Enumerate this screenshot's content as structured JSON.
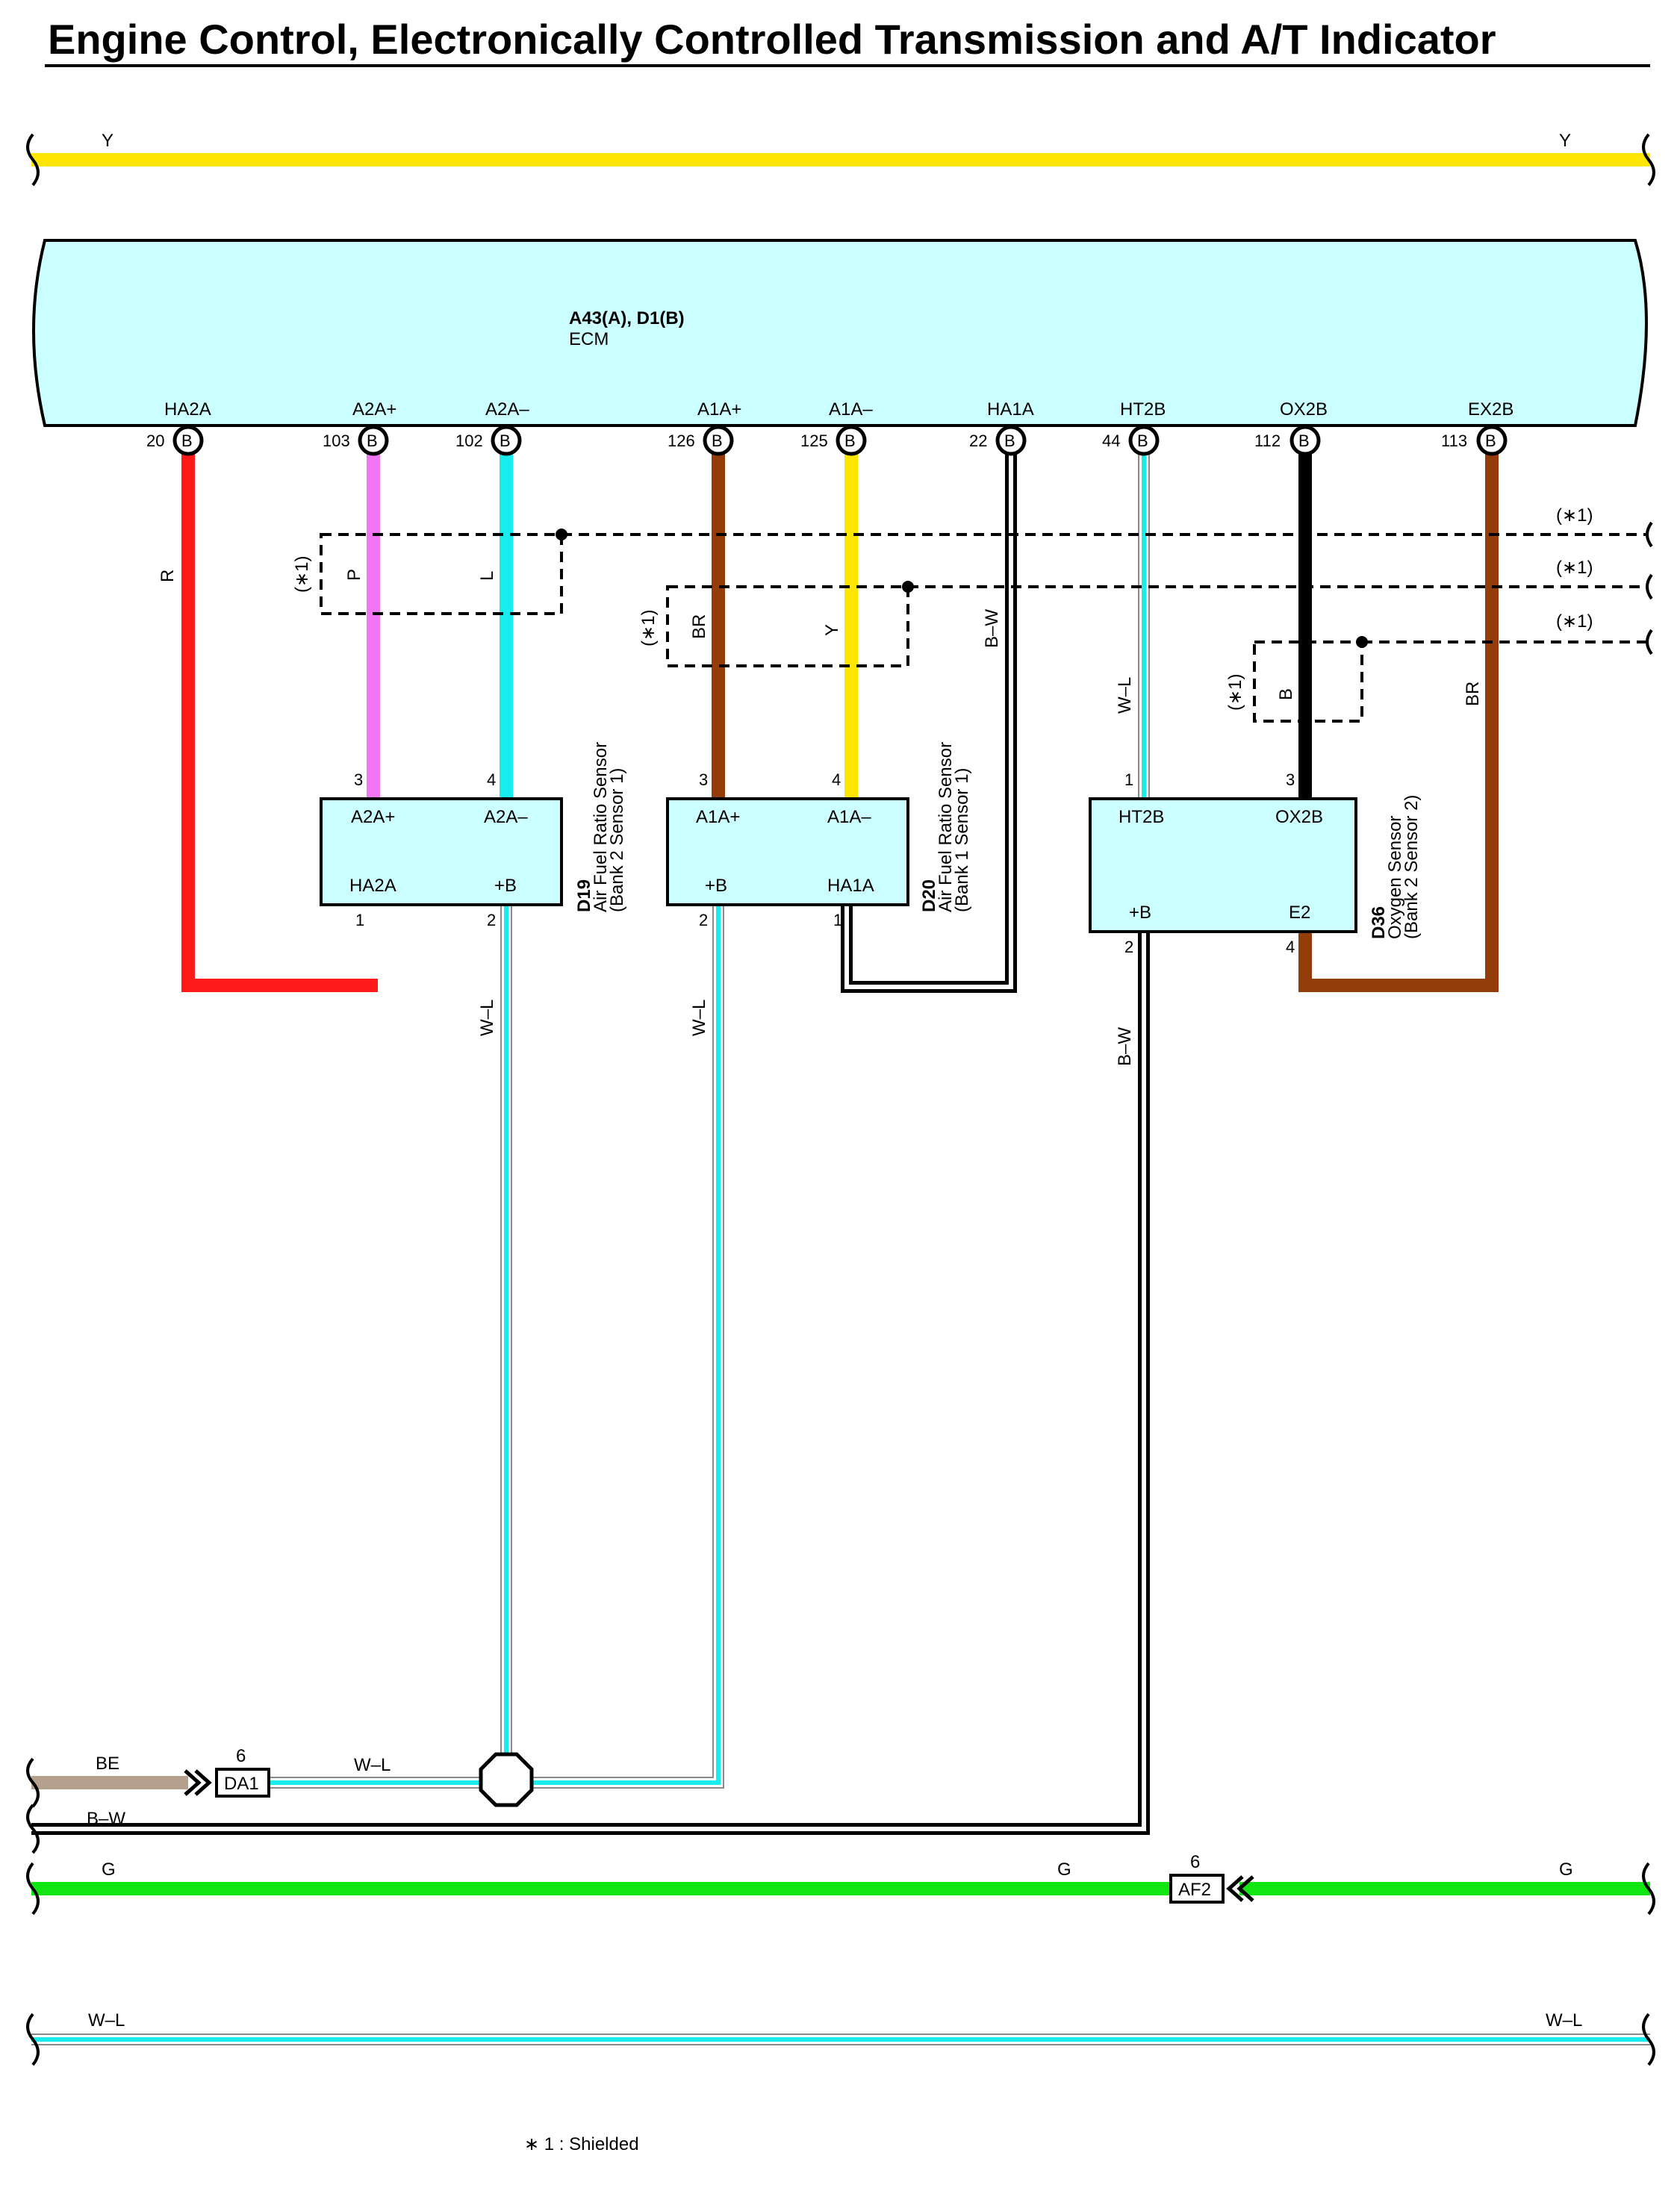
{
  "title": "Engine Control, Electronically Controlled Transmission and A/T Indicator",
  "top_bus": {
    "left_label": "Y",
    "right_label": "Y",
    "color": "#ffe600"
  },
  "ecm": {
    "code": "A43(A), D1(B)",
    "name": "ECM",
    "fill": "#ccffff",
    "pins": [
      {
        "name": "HA2A",
        "num": "20",
        "conn": "B"
      },
      {
        "name": "A2A+",
        "num": "103",
        "conn": "B"
      },
      {
        "name": "A2A–",
        "num": "102",
        "conn": "B"
      },
      {
        "name": "A1A+",
        "num": "126",
        "conn": "B"
      },
      {
        "name": "A1A–",
        "num": "125",
        "conn": "B"
      },
      {
        "name": "HA1A",
        "num": "22",
        "conn": "B"
      },
      {
        "name": "HT2B",
        "num": "44",
        "conn": "B"
      },
      {
        "name": "OX2B",
        "num": "112",
        "conn": "B"
      },
      {
        "name": "EX2B",
        "num": "113",
        "conn": "B"
      }
    ]
  },
  "wire_labels": {
    "ha2a": "R",
    "a2ap": "P",
    "a2am": "L",
    "a1ap": "BR",
    "a1am": "Y",
    "ha1a": "B–W",
    "ht2b": "W–L",
    "ox2b": "B",
    "ex2b": "BR",
    "d19_b": "W–L",
    "d20_b": "W–L",
    "d36_b": "B–W"
  },
  "shield": {
    "mark": "(∗1)",
    "note": "∗ 1 : Shielded"
  },
  "sensors": {
    "d19": {
      "code": "D19",
      "name": "Air Fuel Ratio Sensor",
      "sub": "(Bank 2 Sensor 1)",
      "pins": [
        {
          "num": "3",
          "label": "A2A+"
        },
        {
          "num": "4",
          "label": "A2A–"
        },
        {
          "num": "1",
          "label": "HA2A"
        },
        {
          "num": "2",
          "label": "+B"
        }
      ]
    },
    "d20": {
      "code": "D20",
      "name": "Air Fuel Ratio Sensor",
      "sub": "(Bank 1 Sensor 1)",
      "pins": [
        {
          "num": "3",
          "label": "A1A+"
        },
        {
          "num": "4",
          "label": "A1A–"
        },
        {
          "num": "2",
          "label": "+B"
        },
        {
          "num": "1",
          "label": "HA1A"
        }
      ]
    },
    "d36": {
      "code": "D36",
      "name": "Oxygen Sensor",
      "sub": "(Bank 2 Sensor 2)",
      "pins": [
        {
          "num": "1",
          "label": "HT2B"
        },
        {
          "num": "3",
          "label": "OX2B"
        },
        {
          "num": "2",
          "label": "+B"
        },
        {
          "num": "4",
          "label": "E2"
        }
      ]
    }
  },
  "bottom": {
    "be_label": "BE",
    "da1": {
      "code": "DA1",
      "pin": "6"
    },
    "wl_label": "W–L",
    "bw_label": "B–W",
    "g": {
      "left": "G",
      "mid": "G",
      "right": "G"
    },
    "af2": {
      "code": "AF2",
      "pin": "6"
    },
    "wl_bus": {
      "left": "W–L",
      "right": "W–L"
    }
  },
  "colors": {
    "yellow": "#ffe600",
    "red": "#ff1a1a",
    "pink": "#f075f0",
    "cyan": "#19ecec",
    "brown": "#943c0a",
    "black": "#000000",
    "green": "#12e612",
    "tan": "#b4a08c",
    "light_cyan": "#ccffff"
  }
}
